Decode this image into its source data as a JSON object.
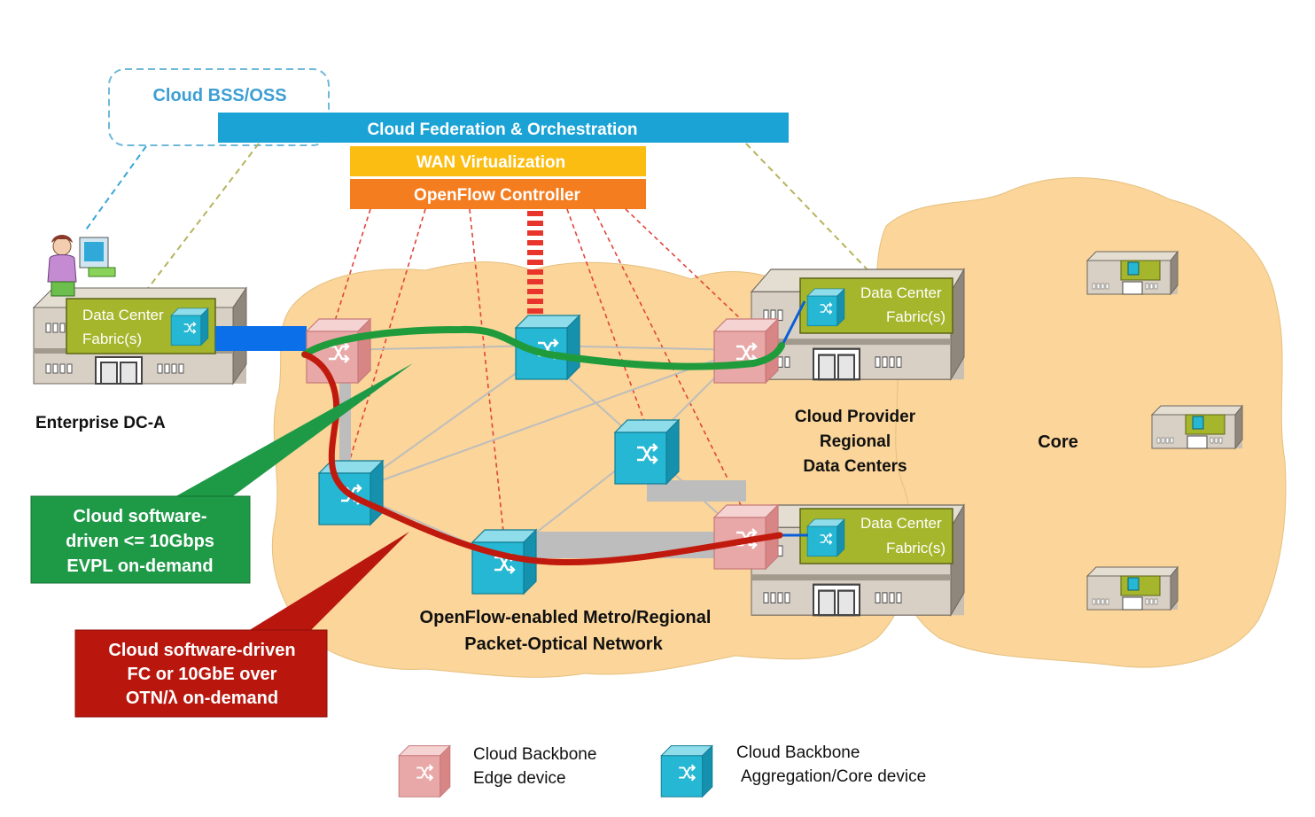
{
  "top": {
    "bss_oss": "Cloud BSS/OSS",
    "federation": "Cloud  Federation & Orchestration",
    "wan_virtualization": "WAN Virtualization",
    "openflow_controller": "OpenFlow  Controller"
  },
  "enterprise": {
    "fabric_line1": "Data Center",
    "fabric_line2": "Fabric(s)",
    "label": "Enterprise DC-A"
  },
  "provider": {
    "fabric_line1": "Data Center",
    "fabric_line2": "Fabric(s)",
    "label_line1": "Cloud Provider",
    "label_line2": "Regional",
    "label_line3": "Data Centers"
  },
  "core": {
    "label": "Core"
  },
  "metro": {
    "line1": "OpenFlow-enabled  Metro/Regional",
    "line2": "Packet-Optical  Network"
  },
  "callouts": {
    "green": {
      "line1": "Cloud software-",
      "line2": "driven <= 10Gbps",
      "line3": "EVPL on-demand",
      "color": "#1e9a47"
    },
    "red": {
      "line1": "Cloud software-driven",
      "line2": "FC or 10GbE over",
      "line3": "OTN/λ on-demand",
      "color": "#b9170e"
    }
  },
  "legend": {
    "edge": {
      "line1": "Cloud Backbone",
      "line2": "Edge device",
      "color": "#e79f9f"
    },
    "aggregation": {
      "line1": "Cloud Backbone",
      "line2": "Aggregation/Core  device",
      "color": "#25b7d3"
    }
  },
  "colors": {
    "cloud_fill": "#fbd599",
    "federation_bar": "#1ba3d6",
    "wan_bar": "#fbbd12",
    "controller_bar": "#f47d1f",
    "fabric": "#a6b62c",
    "green_path": "#1f9b3c",
    "red_path": "#c01a0e"
  }
}
